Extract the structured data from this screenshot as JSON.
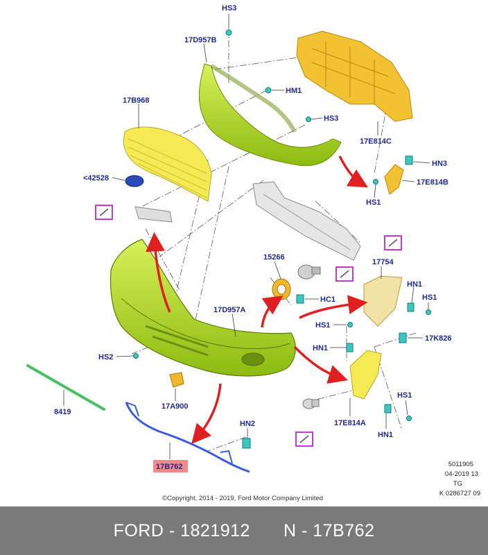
{
  "labels": {
    "hs3_top": "HS3",
    "upper_bumper": "17D957B",
    "hm1": "HM1",
    "hs3_mid": "HS3",
    "grille": "17B968",
    "emblem": "<42528",
    "reinforcement": "17E814C",
    "hn3": "HN3",
    "bracket_b": "17E814B",
    "hs1_a": "HS1",
    "sensor": "15266",
    "bracket_17754": "17754",
    "hc1": "HC1",
    "hn1_a": "HN1",
    "hs1_b": "HS1",
    "main_bumper": "17D957A",
    "hs1_c": "HS1",
    "hn1_b": "HN1",
    "k826": "17K826",
    "hs2": "HS2",
    "cover_17a900": "17A900",
    "strip_8419": "8419",
    "bracket_a": "17E814A",
    "hs1_d": "HS1",
    "hn1_c": "HN1",
    "hn2": "HN2",
    "highlighted_part": "17B762"
  },
  "stamp": {
    "line1": "5011905",
    "line2": "04-2019 13",
    "line3": "TG",
    "line4": "K 0286727 09"
  },
  "copyright": "©Copyright, 2014 - 2019, Ford Motor Company Limited",
  "footer": {
    "brand_part": "FORD - 1821912",
    "ref": "N - 17B762"
  },
  "colors": {
    "callout_text": "#1d2a8a",
    "bumper_green": "#a8d81a",
    "grille_yellow": "#f5ea54",
    "reinforcement_orange": "#f2c233",
    "fastener_teal": "#3cc6c0",
    "arrow_red": "#e02020",
    "highlight_box": "#f08a8a",
    "marker_magenta": "#c03cc8",
    "footer_bg": "#7a7a7a"
  }
}
